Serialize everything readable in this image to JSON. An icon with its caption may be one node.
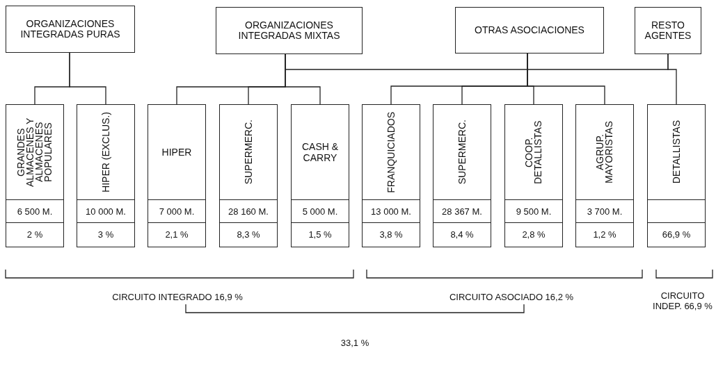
{
  "diagram": {
    "nodes": [
      {
        "text": [
          "ORGANIZACIONES INTEGRADAS PURAS"
        ]
      },
      {
        "text": [
          "ORGANIZACIONES INTEGRADAS MIXTAS"
        ]
      },
      {
        "text": [
          "OTRAS ASOCIACIONES"
        ]
      },
      {
        "text": [
          "RESTO AGENTES"
        ]
      },
      {
        "text": [
          "GRANDES ALMACENES Y ALMACENES POPULARES",
          "6 500 M.",
          "2 %"
        ]
      },
      {
        "text": [
          "HIPER (EXCLUS.)",
          "10 000 M.",
          "3 %"
        ]
      },
      {
        "text": [
          "HIPER",
          "7 000 M.",
          "2,1 %"
        ]
      },
      {
        "text": [
          "SUPERMERC.",
          "28 160 M.",
          "8,3 %"
        ]
      },
      {
        "text": [
          "CASH & CARRY",
          "5 000 M.",
          "1,5 %"
        ]
      },
      {
        "text": [
          "FRANQUICIADOS",
          "13 000 M.",
          "3,8 %"
        ]
      },
      {
        "text": [
          "SUPERMERC.",
          "28 367 M.",
          "8,4 %"
        ]
      },
      {
        "text": [
          "COOP. DETALLISTAS",
          "9 500 M.",
          "2,8 %"
        ]
      },
      {
        "text": [
          "AGRUP. MAYORISTAS",
          "3 700 M.",
          "1,2 %"
        ]
      },
      {
        "text": [
          "DETALLISTAS",
          "66,9 %"
        ]
      }
    ],
    "edges": [
      {
        "from": 0,
        "to": 4,
        "arrow": "none"
      },
      {
        "from": 0,
        "to": 5,
        "arrow": "none"
      },
      {
        "from": 1,
        "to": 6,
        "arrow": "none"
      },
      {
        "from": 1,
        "to": 7,
        "arrow": "none"
      },
      {
        "from": 1,
        "to": 8,
        "arrow": "none"
      },
      {
        "from": 1,
        "to": 3,
        "arrow": "none"
      },
      {
        "from": 2,
        "to": 9,
        "arrow": "none"
      },
      {
        "from": 2,
        "to": 10,
        "arrow": "none"
      },
      {
        "from": 2,
        "to": 11,
        "arrow": "none"
      },
      {
        "from": 2,
        "to": 12,
        "arrow": "none"
      },
      {
        "from": 3,
        "to": 13,
        "arrow": "none"
      }
    ],
    "labels": [
      "CIRCUITO INTEGRADO 16,9 %",
      "CIRCUITO ASOCIADO 16,2 %",
      "CIRCUITO INDEP. 66,9 %",
      "33,1 %"
    ]
  }
}
